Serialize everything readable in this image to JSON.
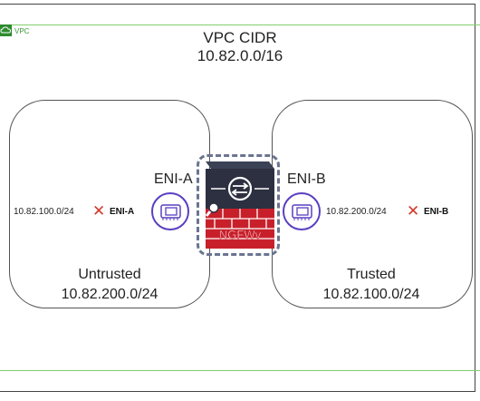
{
  "vpc": {
    "tag": "VPC",
    "cidr_title": "VPC CIDR",
    "cidr_value": "10.82.0.0/16"
  },
  "untrusted": {
    "name": "Untrusted",
    "cidr": "10.82.200.0/24",
    "eni_label": "ENI-A",
    "route_dest": "10.82.100.0/24",
    "route_target": "ENI-A"
  },
  "trusted": {
    "name": "Trusted",
    "cidr": "10.82.100.0/24",
    "eni_label": "ENI-B",
    "route_dest": "10.82.200.0/24",
    "route_target": "ENI-B"
  },
  "firewall": {
    "label": "NGFWv"
  },
  "marks": {
    "blocked": "✕"
  },
  "colors": {
    "vpc_border": "#7fd06d",
    "eni_ring": "#5b3fc2",
    "x_mark": "#d23a2a",
    "firewall_bricks": "#c8202b",
    "firewall_top": "#2c3040"
  },
  "icons": {
    "vpc": "cloud-icon",
    "eni": "network-interface-icon",
    "firewall": "firewall-router-icon"
  }
}
